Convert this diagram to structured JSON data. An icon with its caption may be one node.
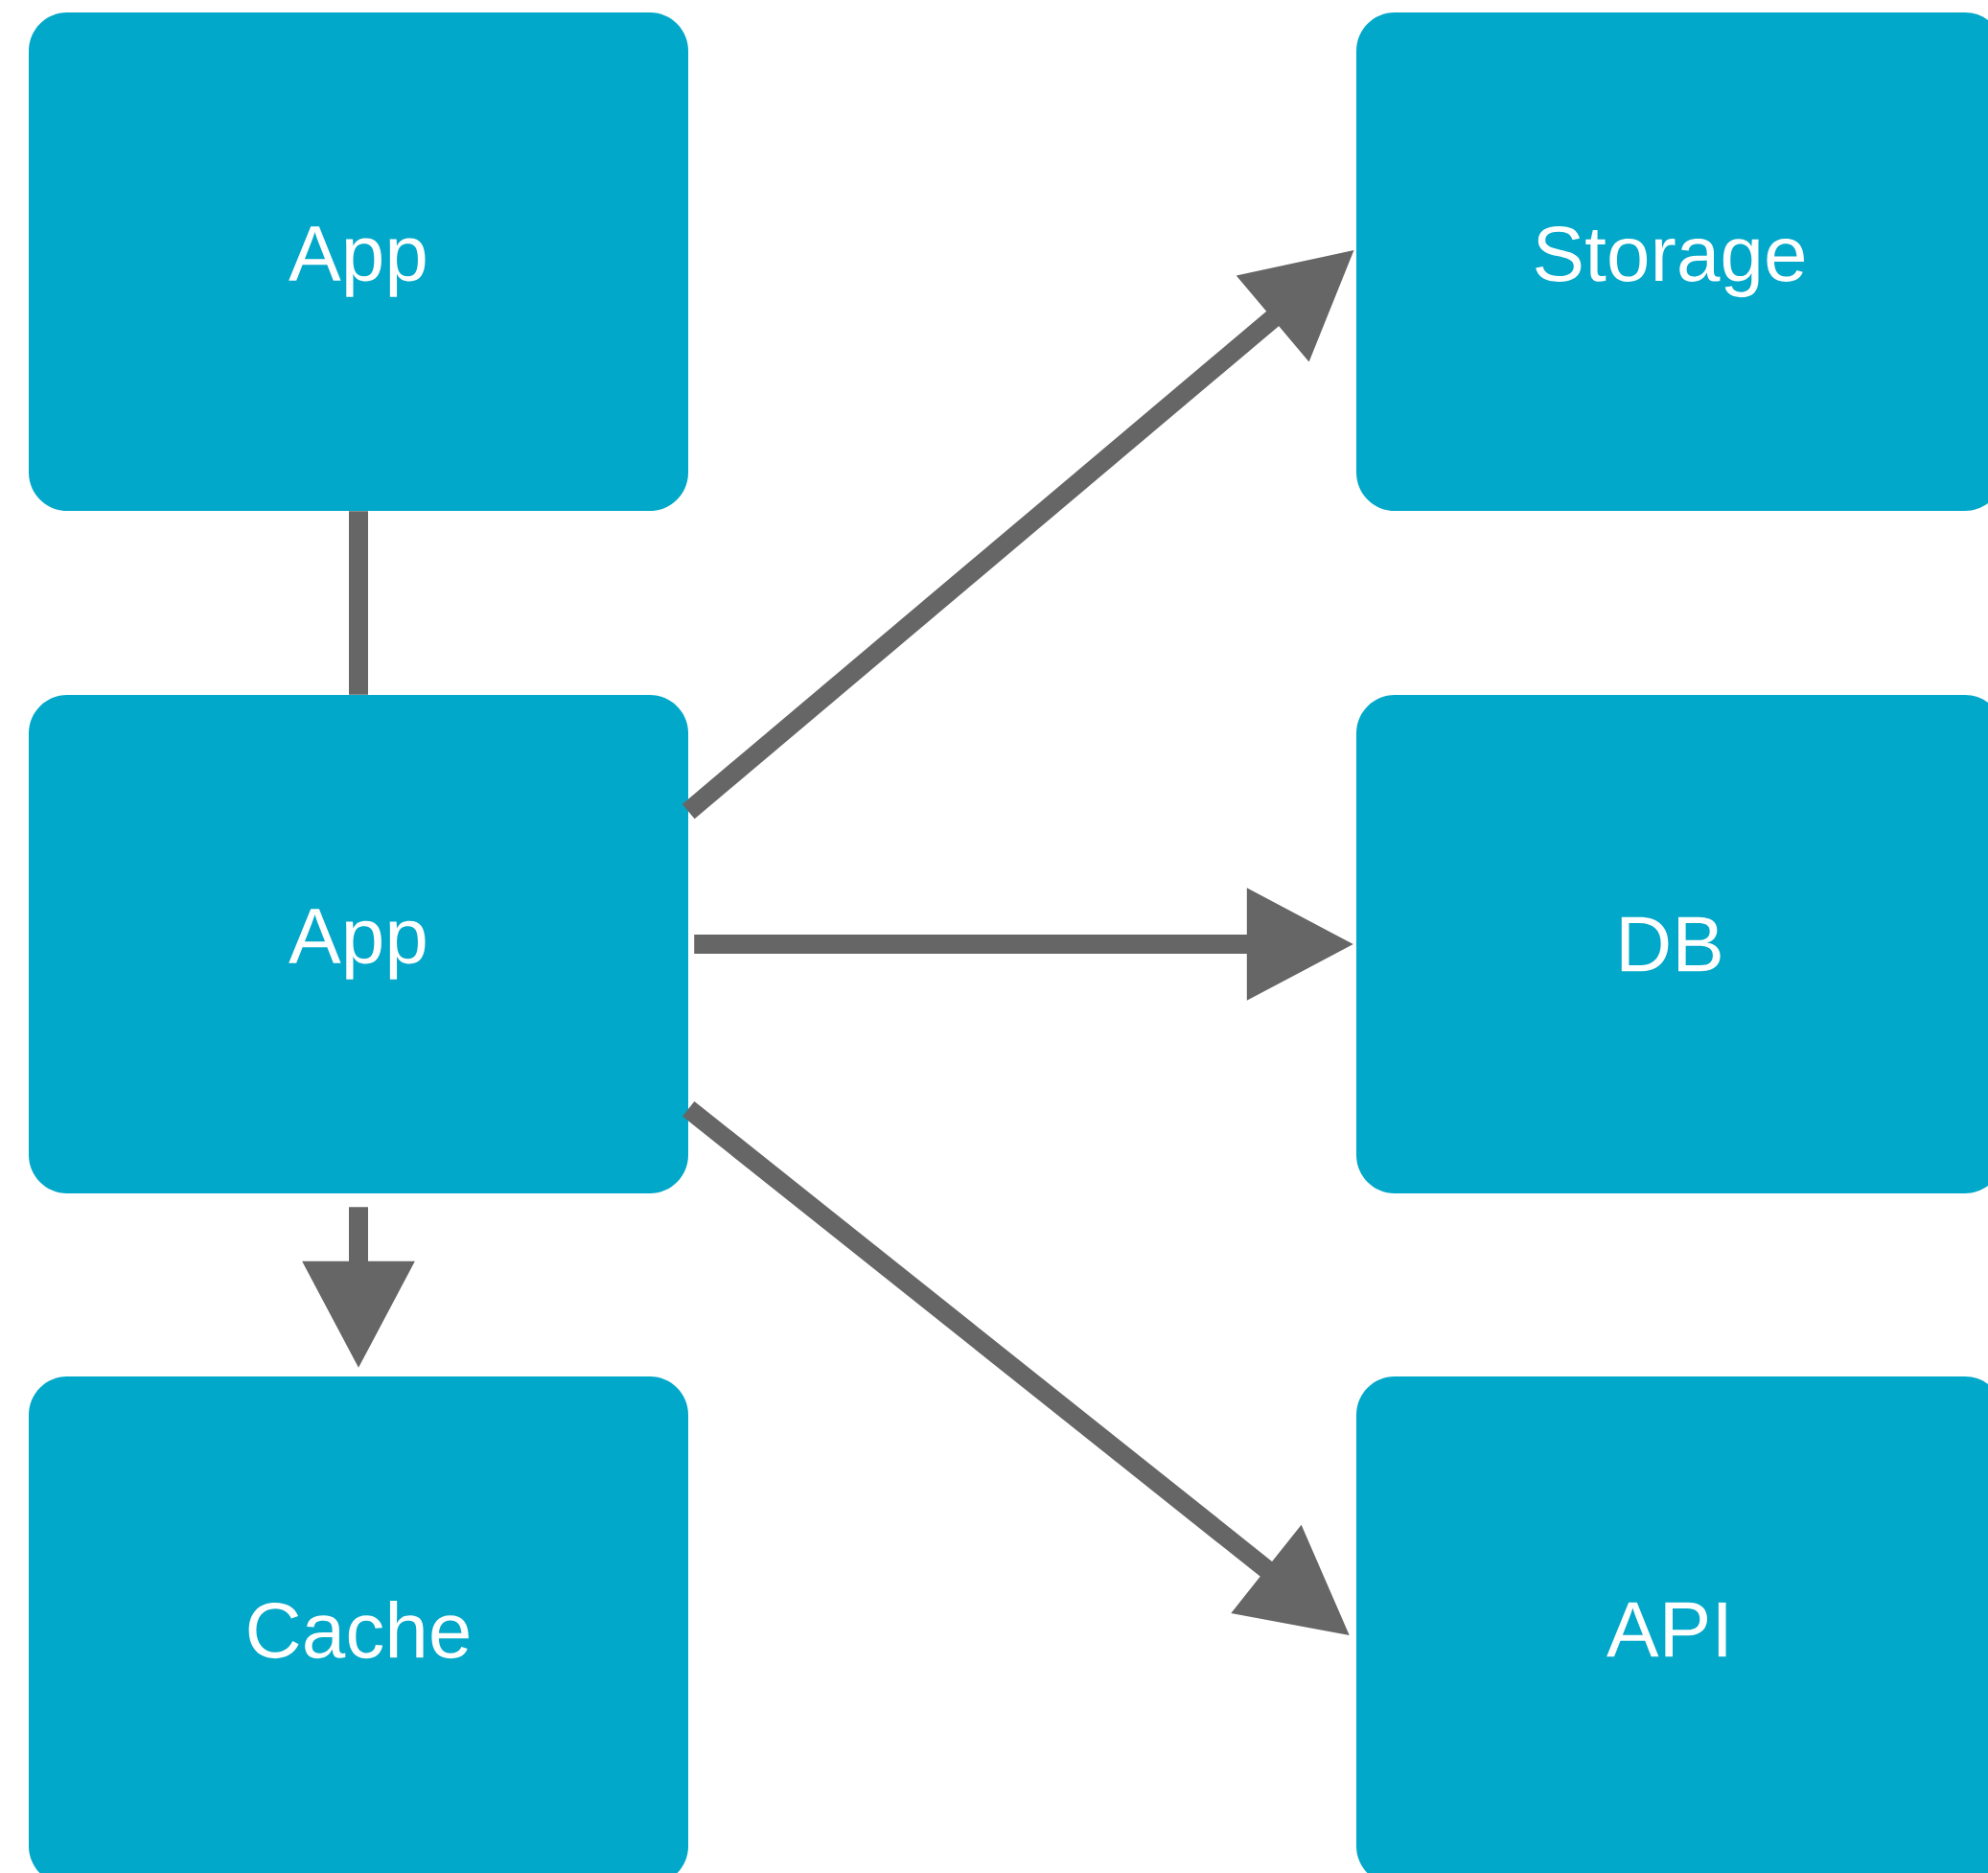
{
  "diagram": {
    "nodes": [
      {
        "text": [
          "App"
        ]
      },
      {
        "text": [
          "Storage"
        ]
      },
      {
        "text": [
          "App"
        ]
      },
      {
        "text": [
          "DB"
        ]
      },
      {
        "text": [
          "Cache"
        ]
      },
      {
        "text": [
          "API"
        ]
      }
    ],
    "edges": [
      {
        "from": 0,
        "to": 2,
        "arrow": "none"
      },
      {
        "from": 2,
        "to": 1,
        "arrow": "to"
      },
      {
        "from": 2,
        "to": 3,
        "arrow": "to"
      },
      {
        "from": 2,
        "to": 4,
        "arrow": "to"
      },
      {
        "from": 2,
        "to": 5,
        "arrow": "to"
      }
    ]
  }
}
